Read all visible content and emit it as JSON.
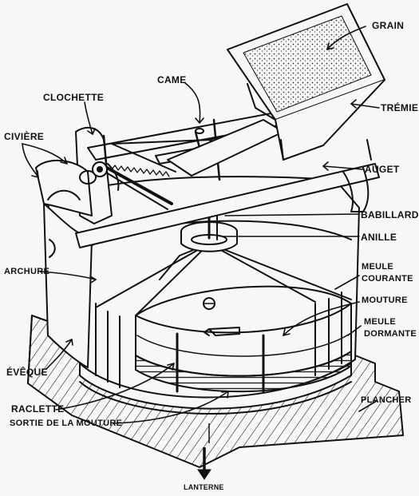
{
  "diagram": {
    "labels": {
      "grain": "GRAIN",
      "came": "CAME",
      "clochette": "CLOCHETTE",
      "tremie": "TRÉMIE",
      "civiere": "CIVIÈRE",
      "auget": "AUGET",
      "babillard": "BABILLARD",
      "anille": "ANILLE",
      "archure": "ARCHURE",
      "meule_courante_1": "MEULE",
      "meule_courante_2": "COURANTE",
      "mouture": "MOUTURE",
      "meule_dormante_1": "MEULE",
      "meule_dormante_2": "DORMANTE",
      "eveque": "ÉVÊQUE",
      "plancher": "PLANCHER",
      "raclette": "RACLETTE",
      "sortie": "SORTIE DE LA MOUTURE",
      "lanterne": "LANTERNE"
    },
    "ink_color": "#111111",
    "paper_color": "#f7f7f5"
  }
}
